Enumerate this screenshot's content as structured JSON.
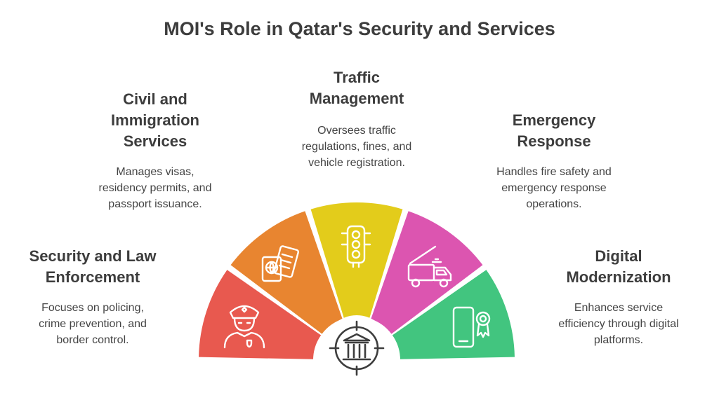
{
  "title": "MOI's Role in Qatar's Security and Services",
  "segments": [
    {
      "heading": "Security and Law\nEnforcement",
      "description": "Focuses on policing,\ncrime prevention, and\nborder control.",
      "color": "#e8594f",
      "icon": "police-officer-icon"
    },
    {
      "heading": "Civil and\nImmigration\nServices",
      "description": "Manages visas,\nresidency permits, and\npassport issuance.",
      "color": "#e88530",
      "icon": "passport-icon"
    },
    {
      "heading": "Traffic\nManagement",
      "description": "Oversees traffic\nregulations, fines, and\nvehicle registration.",
      "color": "#e3cc1b",
      "icon": "traffic-light-icon"
    },
    {
      "heading": "Emergency\nResponse",
      "description": "Handles fire safety and\nemergency response\noperations.",
      "color": "#dc55b0",
      "icon": "fire-truck-icon"
    },
    {
      "heading": "Digital\nModernization",
      "description": "Enhances service\nefficiency through digital\nplatforms.",
      "color": "#42c57f",
      "icon": "mobile-certificate-icon"
    }
  ],
  "center": {
    "icon": "government-building-icon"
  }
}
